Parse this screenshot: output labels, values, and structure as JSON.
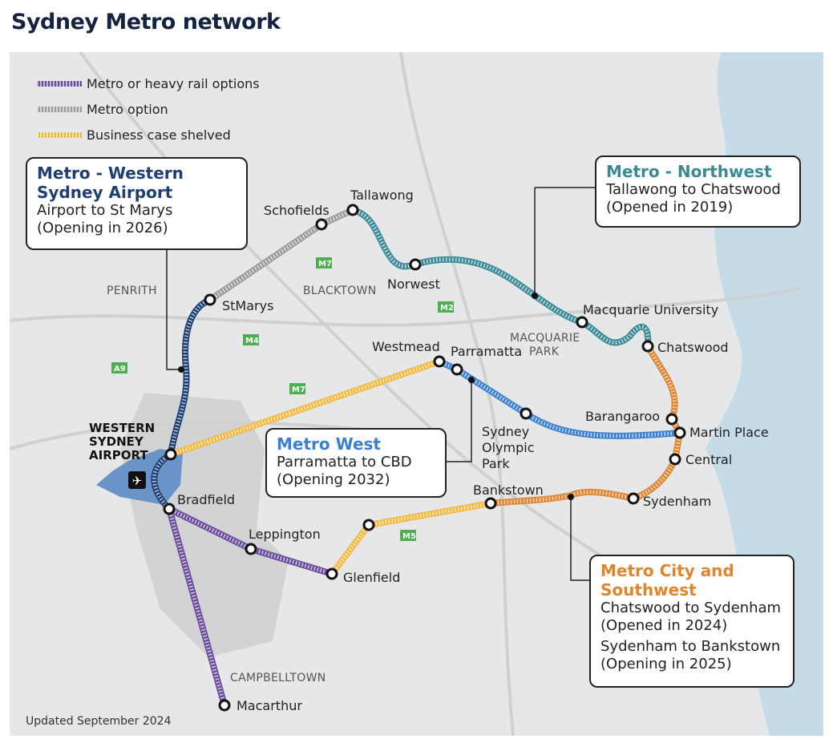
{
  "title": "Sydney Metro network",
  "legend": [
    {
      "label": "Metro or heavy rail options",
      "color": "#6b4c9a"
    },
    {
      "label": "Metro option",
      "color": "#9a9a9a"
    },
    {
      "label": "Business case shelved",
      "color": "#f5b942"
    }
  ],
  "callouts": {
    "wsa": {
      "title": "Metro - Western Sydney Airport",
      "lines": [
        "Airport to St Marys",
        "(Opening in 2026)"
      ],
      "color": "#1d3f73"
    },
    "northwest": {
      "title": "Metro - Northwest",
      "lines": [
        "Tallawong to Chatswood",
        "(Opened in 2019)"
      ],
      "color": "#3a8a96"
    },
    "west": {
      "title": "Metro West",
      "lines": [
        "Parramatta to CBD",
        "(Opening 2032)"
      ],
      "color": "#3b7fd0"
    },
    "csw": {
      "title": "Metro City and Southwest",
      "lines": [
        "Chatswood to Sydenham",
        "(Opened in 2024)",
        "Sydenham to Bankstown",
        "(Opening in 2025)"
      ],
      "color": "#e0852f"
    }
  },
  "stations": {
    "tallawong": "Tallawong",
    "schofields": "Schofields",
    "stmarys": "StMarys",
    "norwest": "Norwest",
    "macquarie": "Macquarie University",
    "chatswood": "Chatswood",
    "barangaroo": "Barangaroo",
    "martinplace": "Martin Place",
    "central": "Central",
    "sydenham": "Sydenham",
    "bankstown": "Bankstown",
    "westmead": "Westmead",
    "parramatta": "Parramatta",
    "olympic1": "Sydney",
    "olympic2": "Olympic",
    "olympic3": "Park",
    "bradfield": "Bradfield",
    "leppington": "Leppington",
    "glenfield": "Glenfield",
    "macarthur": "Macarthur"
  },
  "areas": {
    "penrith": "PENRITH",
    "blacktown": "BLACKTOWN",
    "macquariepark1": "MACQUARIE",
    "macquariepark2": "PARK",
    "campbelltown": "CAMPBELLTOWN",
    "airport1": "WESTERN",
    "airport2": "SYDNEY",
    "airport3": "AIRPORT"
  },
  "roads": {
    "m7a": "M7",
    "m2": "M2",
    "m4": "M4",
    "a9": "A9",
    "m7b": "M7",
    "m5": "M5"
  },
  "footer": "Updated September 2024"
}
